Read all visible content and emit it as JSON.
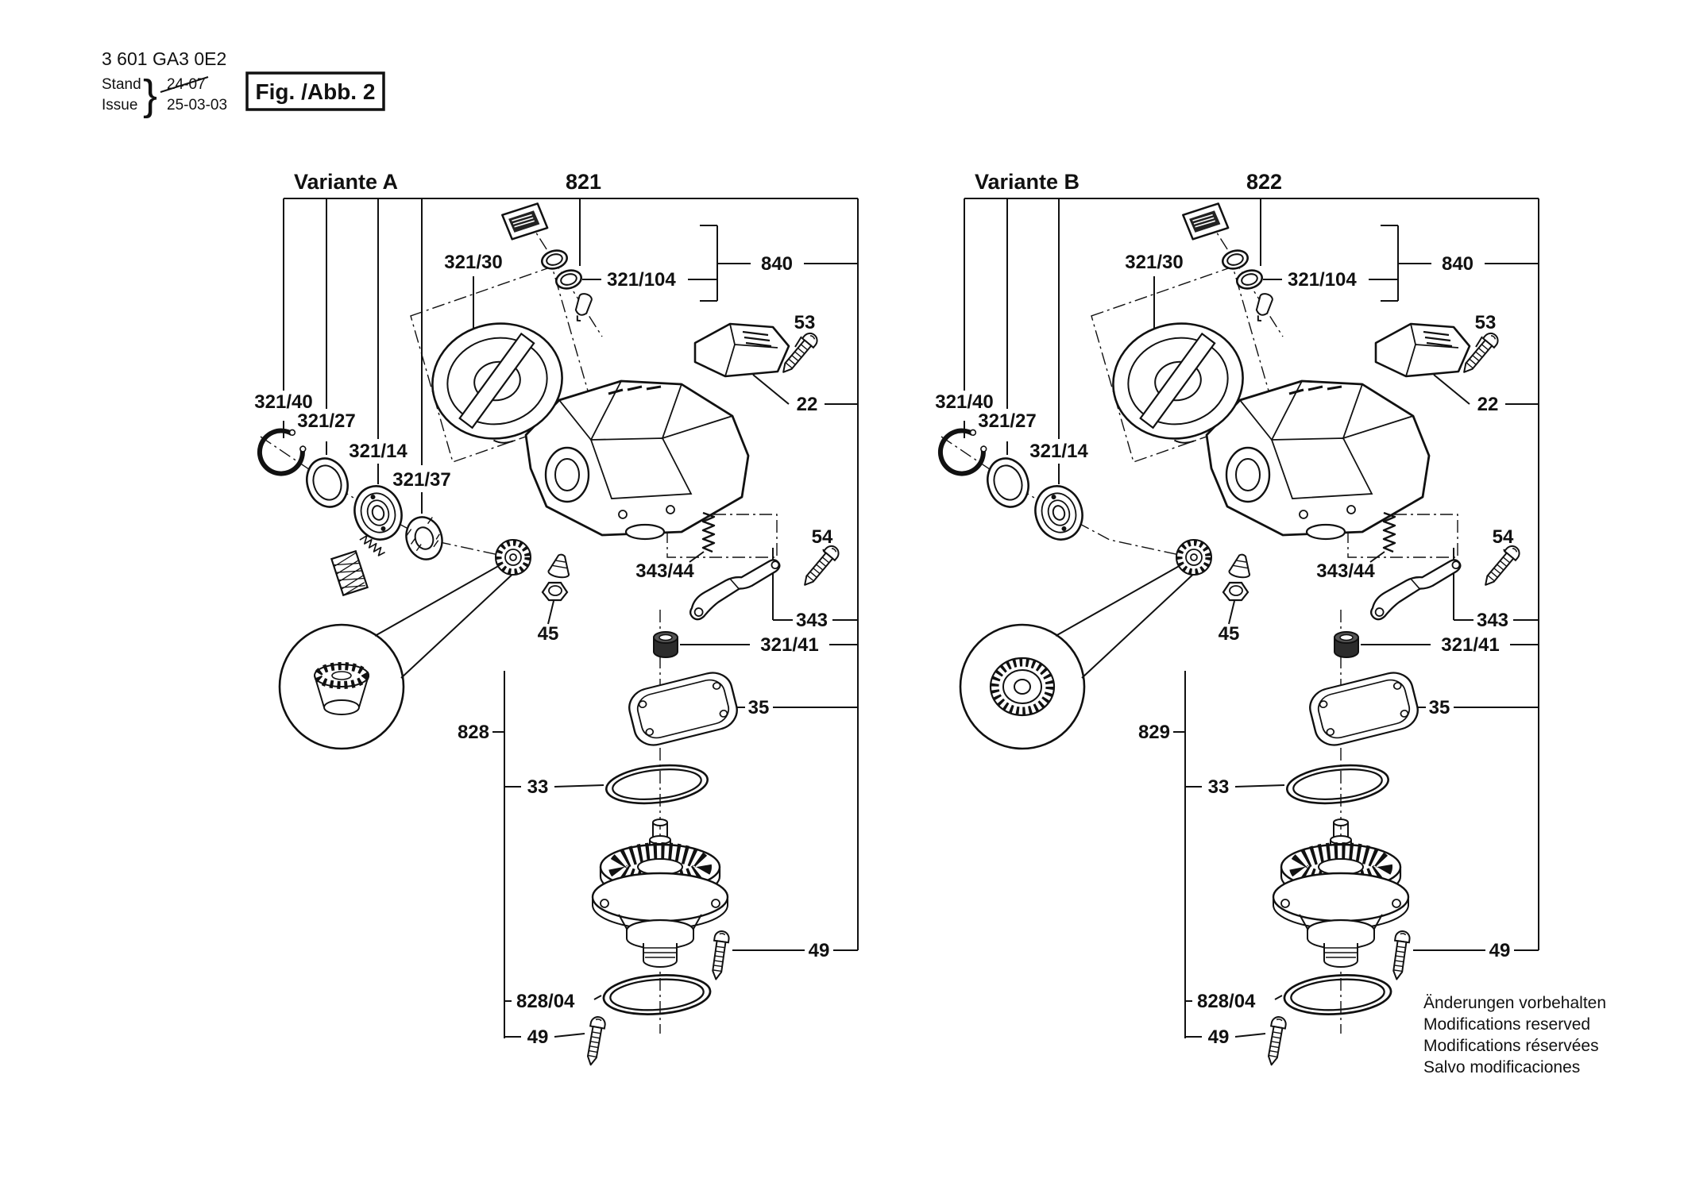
{
  "header": {
    "part_number": "3 601 GA3 0E2",
    "stand_label": "Stand",
    "issue_label": "Issue",
    "brace": "}",
    "previous_issue": "24-07",
    "issue_date": "25-03-03",
    "figure_label": "Fig. /Abb. 2"
  },
  "variant_a": {
    "title": "Variante A",
    "assembly": "821",
    "labels": {
      "l_321_30": "321/30",
      "l_321_104": "321/104",
      "l_840": "840",
      "l_53": "53",
      "l_22": "22",
      "l_321_40": "321/40",
      "l_321_27": "321/27",
      "l_321_14": "321/14",
      "l_321_37": "321/37",
      "l_343_44": "343/44",
      "l_54": "54",
      "l_343": "343",
      "l_45": "45",
      "l_321_41": "321/41",
      "l_35": "35",
      "l_828": "828",
      "l_33": "33",
      "l_49_right": "49",
      "l_828_04": "828/04",
      "l_49_bottom": "49"
    }
  },
  "variant_b": {
    "title": "Variante B",
    "assembly": "822",
    "labels": {
      "l_321_30": "321/30",
      "l_321_104": "321/104",
      "l_840": "840",
      "l_53": "53",
      "l_22": "22",
      "l_321_40": "321/40",
      "l_321_27": "321/27",
      "l_321_14": "321/14",
      "l_343_44": "343/44",
      "l_54": "54",
      "l_343": "343",
      "l_45": "45",
      "l_321_41": "321/41",
      "l_35": "35",
      "l_829": "829",
      "l_33": "33",
      "l_49_right": "49",
      "l_828_04": "828/04",
      "l_49_bottom": "49"
    }
  },
  "footer": {
    "line_de": "Änderungen vorbehalten",
    "line_en": "Modifications reserved",
    "line_fr": "Modifications réservées",
    "line_es": "Salvo modificaciones"
  },
  "colors": {
    "ink": "#111111",
    "background": "#ffffff"
  }
}
